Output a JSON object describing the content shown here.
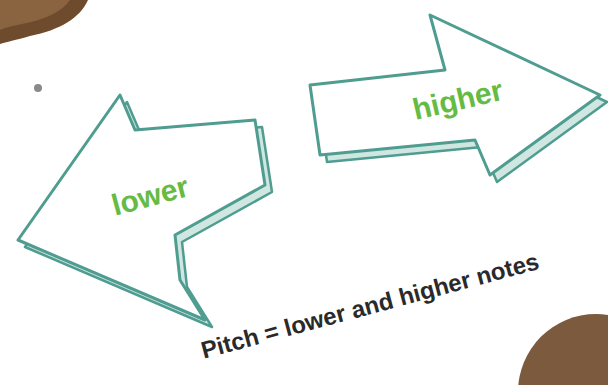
{
  "diagram": {
    "caption": "Pitch = lower and higher notes",
    "nodes": [
      {
        "text": [
          "lower"
        ]
      },
      {
        "text": [
          "higher"
        ]
      }
    ]
  }
}
